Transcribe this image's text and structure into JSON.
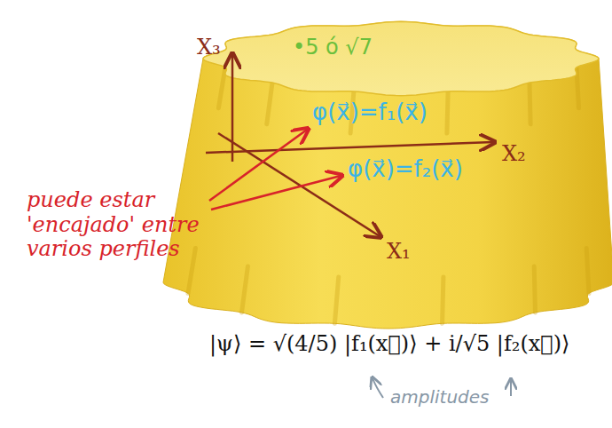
{
  "diagram": {
    "labels": [
      "X₃",
      "•5 ó √7",
      "φ(x⃗)=f₁(x⃗)",
      "X₂",
      "φ(x⃗)=f₂(x⃗)",
      "puede estar 'encajado' entre varios perfiles",
      "X₁",
      "|ψ⟩ = √(4/5) |f₁(x⃗)⟩ + i/√5 |f₂(x⃗)⟩",
      "amplitudes"
    ]
  }
}
